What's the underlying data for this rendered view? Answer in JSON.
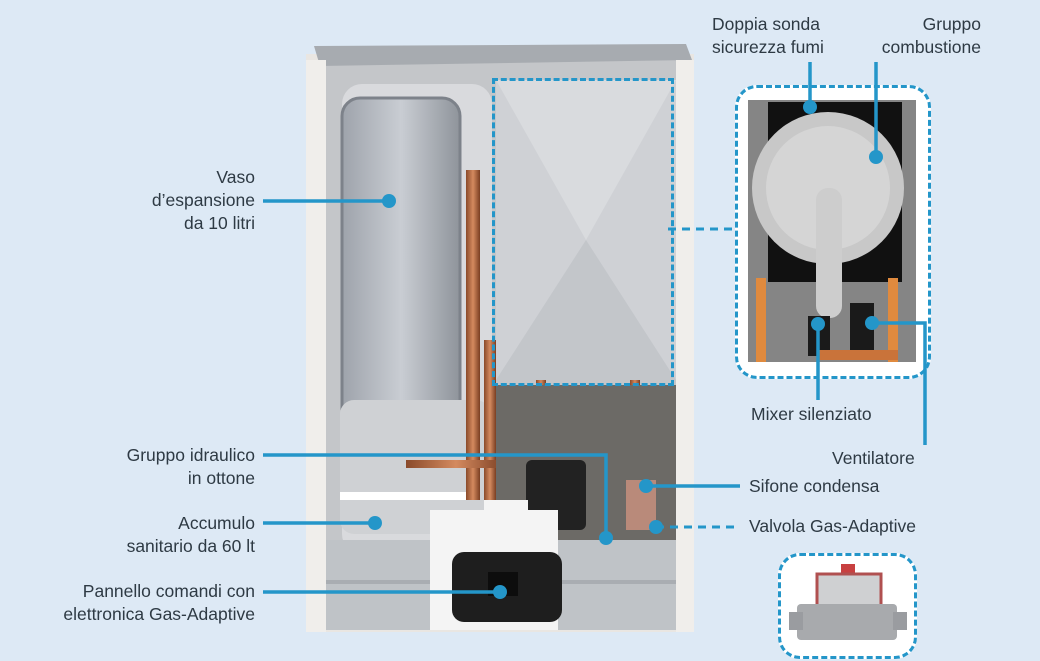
{
  "diagram": {
    "subject": "Condensing boiler internal components",
    "accent_color": "#2496c9",
    "background_color": "#dde9f5",
    "labels": {
      "vaso": [
        "Vaso",
        "d’espansione",
        "da 10 litri"
      ],
      "gruppo_idraulico": [
        "Gruppo idraulico",
        "in ottone"
      ],
      "accumulo": [
        "Accumulo",
        "sanitario da 60 lt"
      ],
      "pannello": [
        "Pannello comandi con",
        "elettronica Gas-Adaptive"
      ],
      "doppia_sonda": [
        "Doppia sonda",
        "sicurezza fumi"
      ],
      "gruppo_combustione": [
        "Gruppo",
        "combustione"
      ],
      "mixer": [
        "Mixer silenziato"
      ],
      "ventilatore": [
        "Ventilatore"
      ],
      "sifone": [
        "Sifone condensa"
      ],
      "valvola": [
        "Valvola Gas-Adaptive"
      ]
    }
  }
}
